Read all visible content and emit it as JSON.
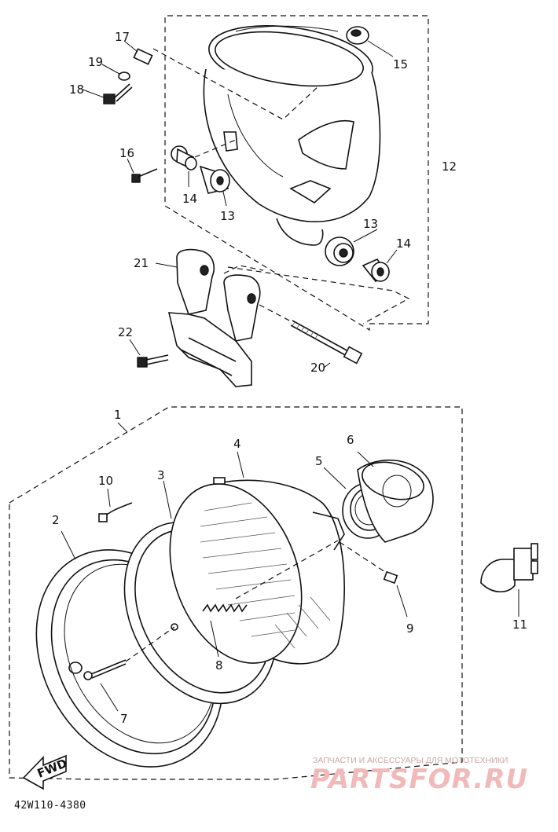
{
  "diagram": {
    "part_labels": [
      {
        "key": "p1",
        "text": "1"
      },
      {
        "key": "p2",
        "text": "2"
      },
      {
        "key": "p3",
        "text": "3"
      },
      {
        "key": "p4",
        "text": "4"
      },
      {
        "key": "p5",
        "text": "5"
      },
      {
        "key": "p6",
        "text": "6"
      },
      {
        "key": "p7",
        "text": "7"
      },
      {
        "key": "p8",
        "text": "8"
      },
      {
        "key": "p9",
        "text": "9"
      },
      {
        "key": "p10",
        "text": "10"
      },
      {
        "key": "p11",
        "text": "11"
      },
      {
        "key": "p12",
        "text": "12"
      },
      {
        "key": "p13a",
        "text": "13"
      },
      {
        "key": "p13b",
        "text": "13"
      },
      {
        "key": "p14a",
        "text": "14"
      },
      {
        "key": "p14b",
        "text": "14"
      },
      {
        "key": "p15",
        "text": "15"
      },
      {
        "key": "p16",
        "text": "16"
      },
      {
        "key": "p17",
        "text": "17"
      },
      {
        "key": "p18",
        "text": "18"
      },
      {
        "key": "p19",
        "text": "19"
      },
      {
        "key": "p20",
        "text": "20"
      },
      {
        "key": "p21",
        "text": "21"
      },
      {
        "key": "p22",
        "text": "22"
      }
    ],
    "fwd_label": "FWD",
    "code": "42W110-4380"
  },
  "watermark": {
    "caption": "ЗАПЧАСТИ И АКСЕССУАРЫ ДЛЯ МОТОТЕХНИКИ",
    "logo": "PARTSFOR.RU"
  },
  "colors": {
    "line": "#111111",
    "watermark": "#f2b9b9",
    "background": "#ffffff"
  }
}
